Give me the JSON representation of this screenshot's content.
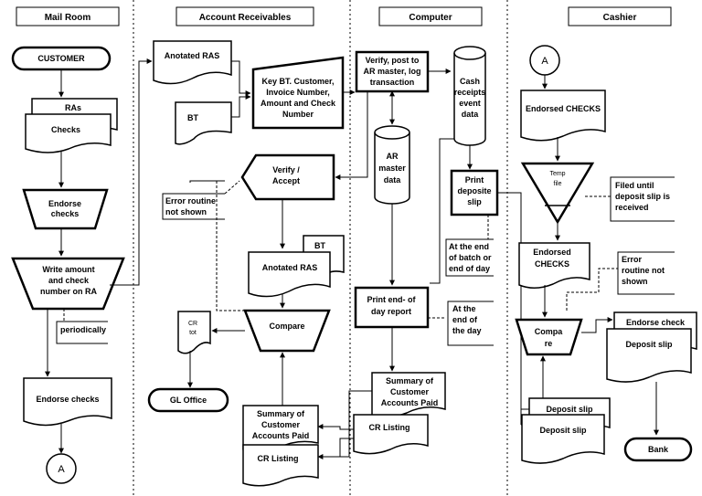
{
  "lanes": {
    "mail_room": "Mail Room",
    "account_receivables": "Account Receivables",
    "computer": "Computer",
    "cashier": "Cashier"
  },
  "mail_room": {
    "customer": "CUSTOMER",
    "ras": "RAs",
    "checks": "Checks",
    "endorse_checks_op": [
      "Endorse",
      "checks"
    ],
    "write_amount": [
      "Write amount",
      "and check",
      "number on RA"
    ],
    "periodically": "periodically",
    "endorse_checks_doc": "Endorse checks",
    "connector": "A"
  },
  "account_receivables": {
    "anotated_ras_top": "Anotated RAS",
    "bt_top": "BT",
    "key_bt": [
      "Key BT. Customer,",
      "Invoice Number,",
      "Amount and Check",
      "Number"
    ],
    "verify_accept": [
      "Verify /",
      "Accept"
    ],
    "error_routine": [
      "Error routine",
      "not shown"
    ],
    "bt_mid": "BT",
    "anotated_ras_mid": "Anotated RAS",
    "cr_tot": [
      "CR",
      "tot"
    ],
    "compare": "Compare",
    "gl_office": "GL Office",
    "summary": [
      "Summary of",
      "Customer",
      "Accounts Paid"
    ],
    "cr_listing": "CR Listing"
  },
  "computer": {
    "verify_post": [
      "Verify, post to",
      "AR master, log",
      "transaction"
    ],
    "cash_receipts": [
      "Cash",
      "receipts",
      "event",
      "data"
    ],
    "ar_master": [
      "AR",
      "master",
      "data"
    ],
    "print_deposit": [
      "Print",
      "deposite",
      "slip"
    ],
    "end_of_batch": [
      "At the end",
      "of batch or",
      "end of day"
    ],
    "print_end_of_day": [
      "Print end- of",
      "day report"
    ],
    "at_end_of_day": [
      "At the",
      "end of",
      "the day"
    ],
    "summary": [
      "Summary of",
      "Customer",
      "Accounts Paid"
    ],
    "cr_listing": "CR Listing"
  },
  "cashier": {
    "connector": "A",
    "endorsed_checks_top": "Endorsed CHECKS",
    "temp_file": [
      "Temp",
      "file"
    ],
    "filed_until": [
      "Filed until",
      "deposit slip is",
      "received"
    ],
    "endorsed_checks_mid": [
      "Endorsed",
      "CHECKS"
    ],
    "error_routine": [
      "Error",
      "routine not",
      "shown"
    ],
    "compare": [
      "Compa",
      "re"
    ],
    "endorse_check": "Endorse check",
    "deposit_slip_a": "Deposit slip",
    "deposit_slip_b": "Deposit slip",
    "deposit_slip_c": "Deposit slip",
    "bank": "Bank"
  }
}
